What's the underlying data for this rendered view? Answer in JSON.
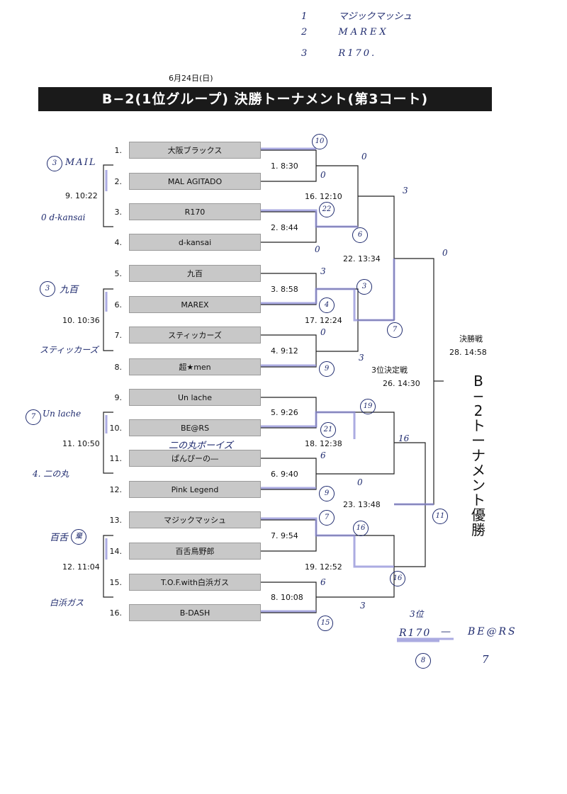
{
  "handwritten_top": [
    {
      "rank": "1",
      "name": "マジックマッシュ"
    },
    {
      "rank": "2",
      "name": "MAREX"
    },
    {
      "rank": "3",
      "name": "R170."
    }
  ],
  "header": {
    "date": "6月24日(日)",
    "title": "B−2(1位グループ) 決勝トーナメント(第3コート)"
  },
  "teams": [
    {
      "num": "1.",
      "name": "大阪ブラックス"
    },
    {
      "num": "2.",
      "name": "MAL AGITADO"
    },
    {
      "num": "3.",
      "name": "R170"
    },
    {
      "num": "4.",
      "name": "d-kansai"
    },
    {
      "num": "5.",
      "name": "九百"
    },
    {
      "num": "6.",
      "name": "MAREX"
    },
    {
      "num": "7.",
      "name": "スティッカーズ"
    },
    {
      "num": "8.",
      "name": "超★men"
    },
    {
      "num": "9.",
      "name": "Un lache"
    },
    {
      "num": "10.",
      "name": "BE@RS"
    },
    {
      "num": "11.",
      "name": "ぱんぴーの―"
    },
    {
      "num": "12.",
      "name": "Pink Legend"
    },
    {
      "num": "13.",
      "name": "マジックマッシュ"
    },
    {
      "num": "14.",
      "name": "百舌鳥野郎"
    },
    {
      "num": "15.",
      "name": "T.O.F.with白浜ガス"
    },
    {
      "num": "16.",
      "name": "B-DASH"
    }
  ],
  "first_round": [
    "1. 8:30",
    "2. 8:44",
    "3. 8:58",
    "4. 9:12",
    "5. 9:26",
    "6. 9:40",
    "7. 9:54",
    "8. 10:08"
  ],
  "second_round": [
    "16. 12:10",
    "17. 12:24",
    "18. 12:38",
    "19. 12:52"
  ],
  "semi_round": [
    "22. 13:34",
    "23. 13:48"
  ],
  "left_matches": [
    "9. 10:22",
    "10. 10:36",
    "11. 10:50",
    "12. 11:04"
  ],
  "final": {
    "label": "決勝戦",
    "time": "28. 14:58"
  },
  "third_place": {
    "label": "3位決定戦",
    "time": "26. 14:30"
  },
  "vertical_title": "B−2トーナメント優勝",
  "left_notes": {
    "g1_top": "MAIL",
    "g1_top_score": "3",
    "g1_bottom": "0 d-kansai",
    "g2_top": "九百",
    "g2_top_score": "3",
    "g2_bottom": "スティッカーズ",
    "g3_top": "Un lache",
    "g3_top_score": "7",
    "g3_bottom": "4. 二の丸",
    "g4_top": "百舌",
    "g4_top_mark": "棄",
    "g4_bottom": "白浜ガス"
  },
  "rename_note": "二の丸ボーイズ",
  "scores": {
    "r1": [
      "10",
      "0",
      "22",
      "0",
      "3",
      "4",
      "0",
      "9",
      "19",
      "21",
      "6",
      "9",
      "7",
      "16",
      "6",
      "15"
    ],
    "r2": [
      "0",
      "6",
      "3",
      "7",
      "3",
      "0",
      "3",
      "16"
    ],
    "semi": [
      "3",
      "11",
      "0",
      "16"
    ],
    "final_top": "0"
  },
  "third_note": {
    "label": "3位",
    "left": "R170",
    "dash": "—",
    "right": "BE@RS",
    "left_score": "8",
    "right_score": "7"
  }
}
